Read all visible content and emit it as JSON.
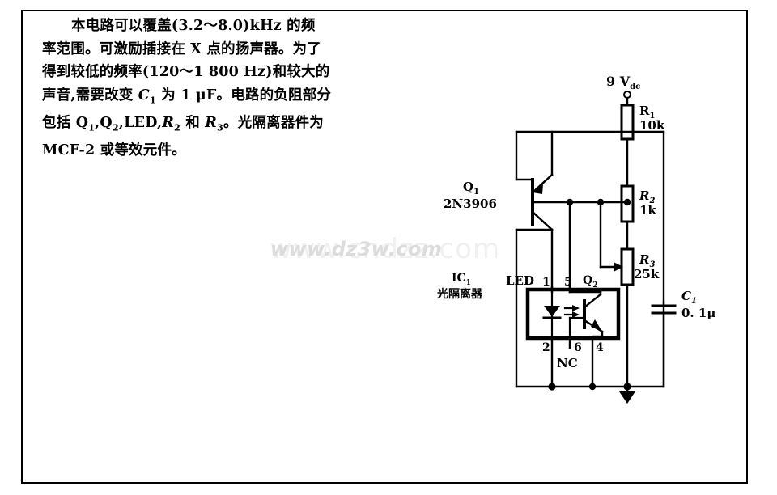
{
  "page": {
    "background": "#ffffff",
    "ink": "#000000",
    "border_color": "#000000"
  },
  "article": {
    "lines": [
      "本电路可以覆盖(3.2～8.0)kHz 的频",
      "率范围。可激励插接在 X 点的扬声器。为了",
      "得到较低的频率(120～1 800 Hz)和较大的",
      "声音,需要改变 C₁ 为 1 μF。电路的负阻部分",
      "包括 Q₁,Q₂,LED,R₂ 和 R₃。光隔离器件为",
      "MCF-2 或等效元件。"
    ],
    "line1_prefix": "本电路可以覆盖(3.2～8.0)kHz 的频",
    "line2": "率范围。可激励插接在 X 点的扬声器。为了",
    "line3": "得到较低的频率(120～1 800 Hz)和较大的",
    "line4_a": "声音,需要改变 ",
    "line4_c": "C",
    "line4_csub": "1",
    "line4_b": " 为 1 μF。电路的负阻部分",
    "line5_a": "包括 Q",
    "line5_s1": "1",
    "line5_b": ",Q",
    "line5_s2": "2",
    "line5_c": ",LED,",
    "line5_r2": "R",
    "line5_s3": "2",
    "line5_d": " 和 ",
    "line5_r3": "R",
    "line5_s4": "3",
    "line5_e": "。光隔离器件为",
    "line6": "MCF-2 或等效元件。"
  },
  "watermarks": {
    "back_text": "www.cndzz.com",
    "front_text": "www.dz3w.com",
    "back_color": "#f0f0f0",
    "front_color": "#dcdcdc"
  },
  "schematic": {
    "title_supply": "9 V",
    "title_supply_sub": "dc",
    "components": {
      "r1": {
        "ref": "R",
        "sub": "1",
        "value": "10k",
        "type": "resistor"
      },
      "r2": {
        "ref": "R",
        "sub": "2",
        "value": "1k",
        "type": "resistor"
      },
      "r3": {
        "ref": "R",
        "sub": "3",
        "value": "25k",
        "type": "potentiometer"
      },
      "c1": {
        "ref": "C",
        "sub": "1",
        "value": "0. 1μ",
        "type": "capacitor"
      },
      "q1": {
        "ref": "Q",
        "sub": "1",
        "value": "2N3906",
        "type": "pnp-transistor"
      },
      "q2": {
        "ref": "Q",
        "sub": "2",
        "value": "",
        "type": "phototransistor"
      },
      "ic1": {
        "ref": "IC",
        "sub": "1",
        "value": "光隔离器",
        "type": "optoisolator"
      }
    },
    "opto": {
      "led_label": "LED",
      "nc_label": "NC",
      "pins": [
        "1",
        "5",
        "2",
        "6",
        "4"
      ]
    },
    "icons": {
      "supply_terminal": "open-circle-terminal-icon",
      "ground": "ground-triangle-icon",
      "junction": "junction-dot-icon",
      "led": "led-diode-icon",
      "light_arrows": "light-emission-arrows-icon"
    }
  }
}
